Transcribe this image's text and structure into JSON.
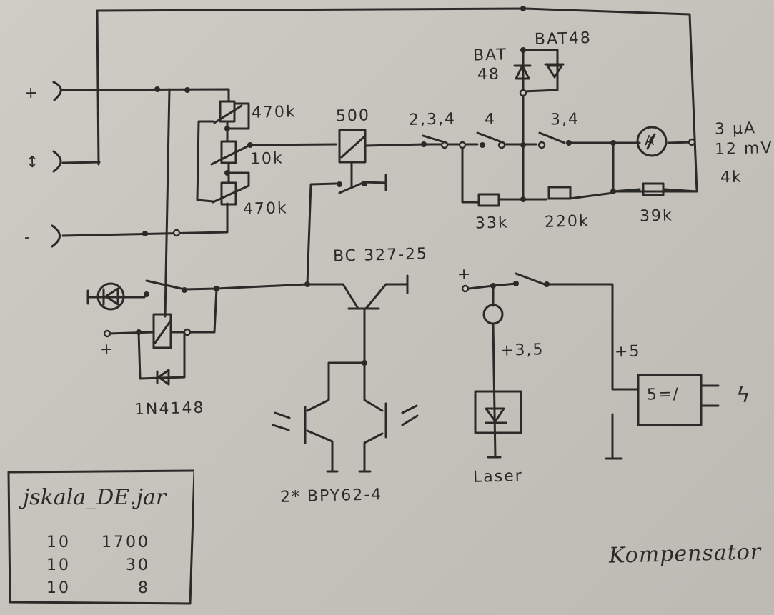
{
  "title": "Kompensator",
  "input_terminals": [
    {
      "name": "plus",
      "symbol": "+"
    },
    {
      "name": "signal",
      "symbol": "↕"
    },
    {
      "name": "minus",
      "symbol": "-"
    }
  ],
  "components": {
    "trim_pot_top": "470k",
    "pot_middle": "10k",
    "trim_pot_bottom": "470k",
    "relay_coil": "500",
    "switch_a_label": "2,3,4",
    "switch_b_label": "4",
    "switch_c_label": "3,4",
    "diode_left_label_line1": "BAT",
    "diode_left_label_line2": "48",
    "diode_right_label": "BAT48",
    "resistor_1": "33k",
    "resistor_2": "220k",
    "resistor_3": "39k",
    "meter_symbol": "A",
    "meter_specs": [
      "3 µA",
      "12 mV",
      "4k"
    ],
    "transistor": "BC 327-25",
    "phototransistors": "2* BPY62-4",
    "flyback_diode": "1N4148",
    "relay_supply": "+",
    "laser_supply": "+",
    "laser_voltage": "+3,5",
    "laser_label": "Laser",
    "converter_voltage": "+5",
    "converter_label": "5=/",
    "converter_output_symbol": "ϟ"
  },
  "table": {
    "title": "jskala_DE.jar",
    "rows": [
      [
        "10",
        "1700"
      ],
      [
        "10",
        "30"
      ],
      [
        "10",
        "8"
      ]
    ]
  }
}
